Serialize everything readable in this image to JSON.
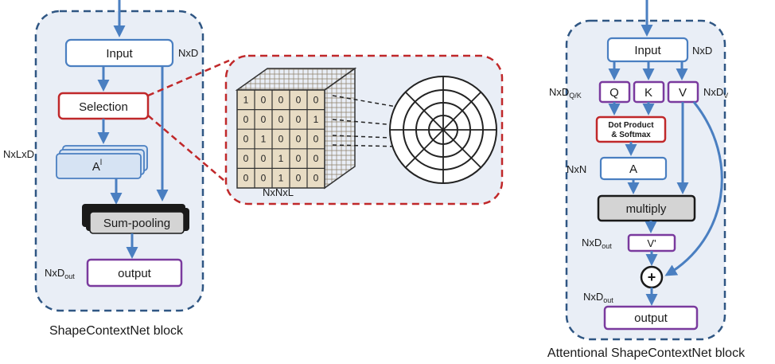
{
  "left_block": {
    "caption": "ShapeContextNet block",
    "input": "Input",
    "input_dim": "NxD",
    "selection": "Selection",
    "a_base": "A",
    "a_sup": "l",
    "a_dim": "NxLxD",
    "sum_pooling": "Sum-pooling",
    "output": "output",
    "out_dim_base": "NxD",
    "out_dim_sub": "out"
  },
  "middle": {
    "tensor_label": "NxNxL",
    "grid_rows": [
      [
        "1",
        "0",
        "0",
        "0",
        "0"
      ],
      [
        "0",
        "0",
        "0",
        "0",
        "1"
      ],
      [
        "0",
        "1",
        "0",
        "0",
        "0"
      ],
      [
        "0",
        "0",
        "1",
        "0",
        "0"
      ],
      [
        "0",
        "0",
        "1",
        "0",
        "0"
      ]
    ]
  },
  "right_block": {
    "caption": "Attentional ShapeContextNet block",
    "input": "Input",
    "input_dim": "NxD",
    "q": "Q",
    "k": "K",
    "v": "V",
    "qk_dim_base": "NxD",
    "qk_dim_sub": "Q/K",
    "v_dim_base": "NxD",
    "v_dim_sub": "V",
    "dot_product_line1": "Dot Product",
    "dot_product_line2": "& Softmax",
    "a_label": "A",
    "a_dim": "NxN",
    "multiply": "multiply",
    "v_prime": "V'",
    "vp_dim_base": "NxD",
    "vp_dim_sub": "out",
    "plus": "+",
    "out_dim_base": "NxD",
    "out_dim_sub": "out",
    "output": "output"
  },
  "colors": {
    "panel_fill": "#e9eef6",
    "panel_dash": "#2f5683",
    "box_blue": "#4a7fc1",
    "box_fill": "#ffffff",
    "selection_red": "#c0282a",
    "purple": "#7a3a9e",
    "gray_fill": "#d4d4d4",
    "light_blue_fill": "#d6e3f3",
    "grid_fill": "#e8dcc4"
  }
}
